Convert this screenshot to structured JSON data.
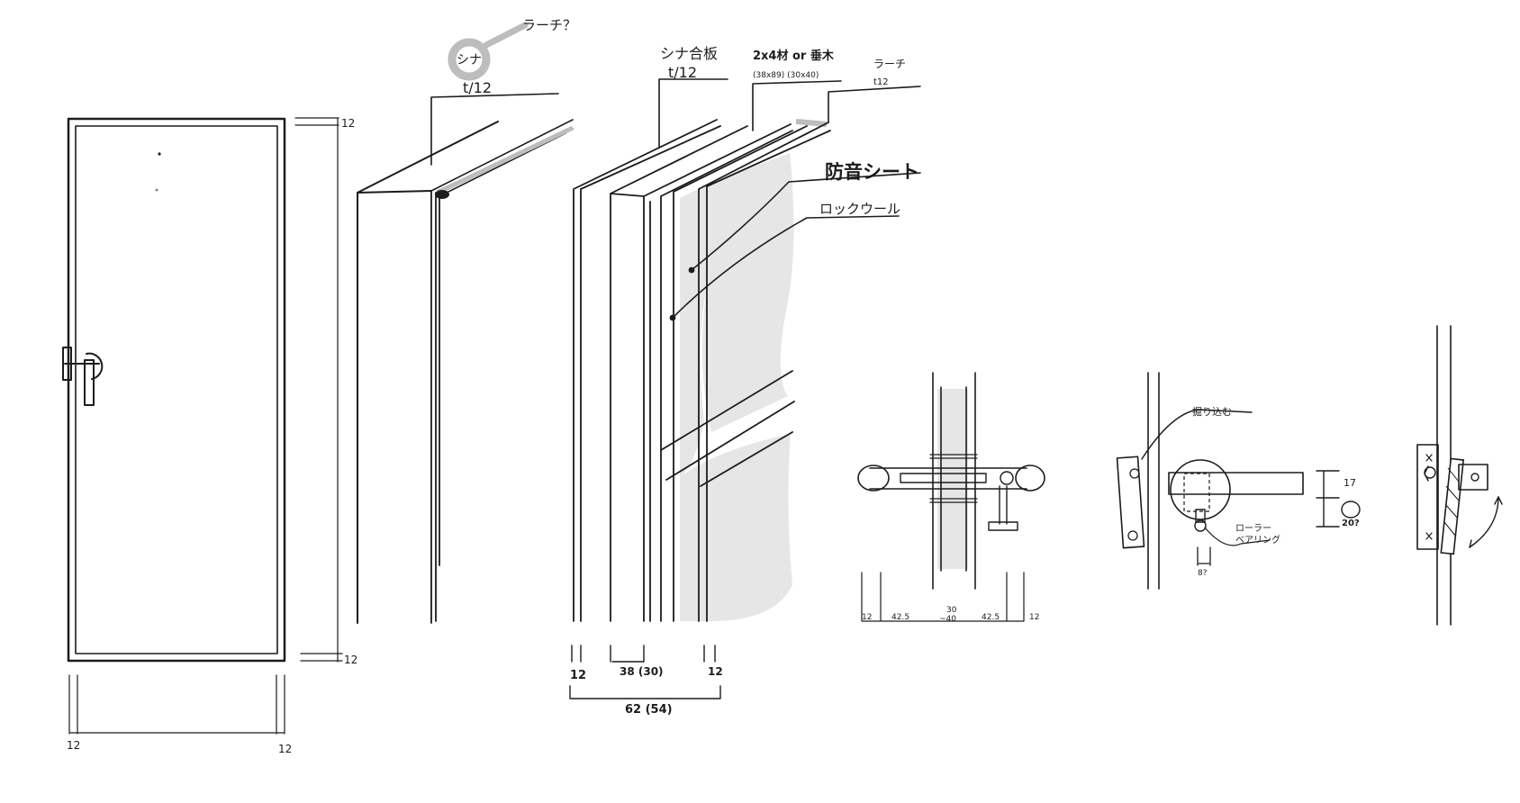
{
  "annotations": {
    "larch_question": "ラーチ？",
    "shina_top": "シナ",
    "shina_top_thickness": "t/12",
    "shina_plywood": "シナ合板",
    "shina_plywood_thickness": "t/12",
    "lumber": "2x4材 or 垂木",
    "lumber_sizes": "(38x89)   (30x40)",
    "larch": "ラーチ",
    "larch_thickness": "t12",
    "soundproof_sheet": "防音シート",
    "rockwool": "ロックウール",
    "pull_in": "掘り込む",
    "roller_bearing_1": "ローラー",
    "roller_bearing_2": "ベアリング"
  },
  "dimensions": {
    "door_top_margin": "12",
    "door_bottom_margin": "12",
    "door_left_margin": "12",
    "door_right_margin": "12",
    "layer_face_left": "12",
    "layer_core": "38 (30)",
    "layer_face_right": "12",
    "layer_total": "62 (54)",
    "handle_face_left": "12",
    "handle_a": "42.5",
    "handle_core_1": "30",
    "handle_core_2": "~40",
    "handle_b": "42.5",
    "handle_face_right": "12",
    "latch_top": "17",
    "latch_bottom": "20?",
    "latch_width": "8?"
  },
  "colors": {
    "ink": "#1c1c1c",
    "shade": "#e6e6e6",
    "highlight": "#bdbdbd"
  }
}
